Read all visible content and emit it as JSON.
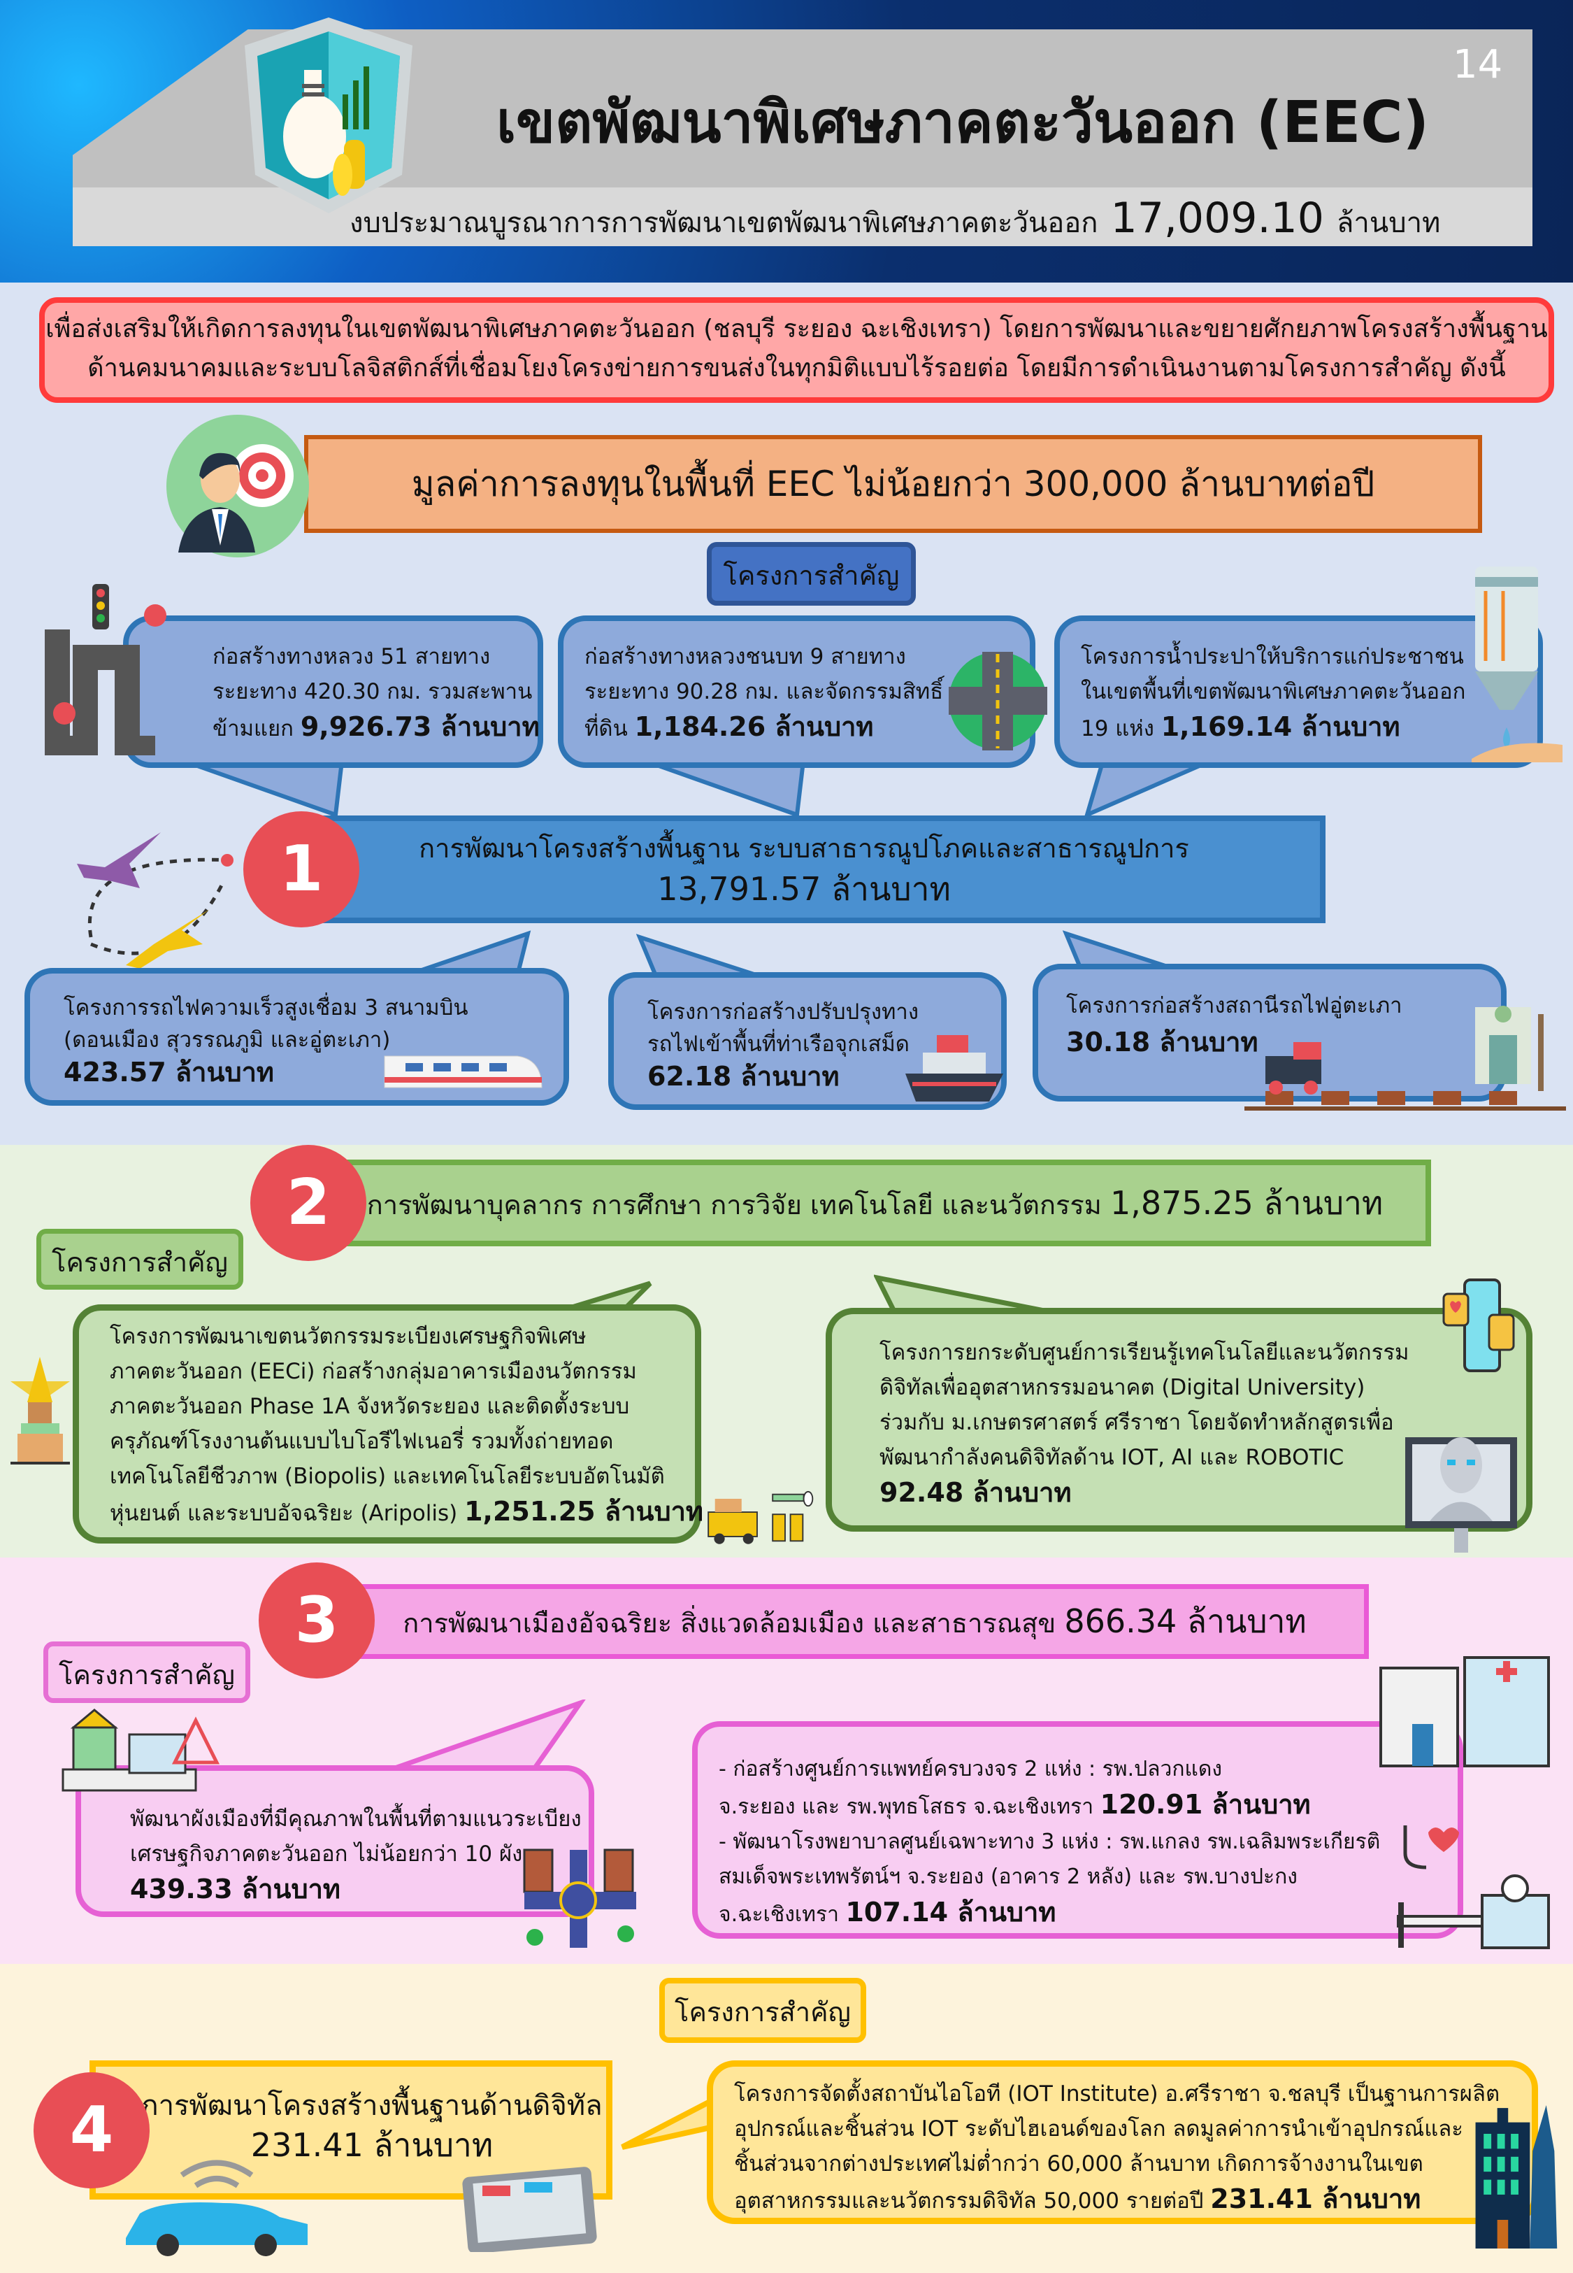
{
  "header": {
    "page_number": "14",
    "title": "เขตพัฒนาพิเศษภาคตะวันออก (EEC)",
    "budget_label": "งบประมาณบูรณาการการพัฒนาเขตพัฒนาพิเศษภาคตะวันออก",
    "budget_amount": "17,009.10",
    "budget_unit": "ล้านบาท"
  },
  "intro": {
    "lines": [
      "เพื่อส่งเสริมให้เกิดการลงทุนในเขตพัฒนาพิเศษภาคตะวันออก (ชลบุรี ระยอง ฉะเชิงเทรา) โดยการพัฒนาและขยายศักยภาพโครงสร้างพื้นฐาน",
      "ด้านคมนาคมและระบบโลจิสติกส์ที่เชื่อมโยงโครงข่ายการขนส่งในทุกมิติแบบไร้รอยต่อ โดยมีการดำเนินงานตามโครงการสำคัญ ดังนี้"
    ]
  },
  "target": "มูลค่าการลงทุนในพื้นที่ EEC ไม่น้อยกว่า 300,000 ล้านบาทต่อปี",
  "key_projects_label": "โครงการสำคัญ",
  "colors": {
    "red": "#e84e55",
    "blue": "#4472c4",
    "green": "#a9d18e",
    "pink": "#f5a6e6",
    "yellow": "#ffe699"
  },
  "sections": [
    {
      "number": "1",
      "title": "การพัฒนาโครงสร้างพื้นฐาน ระบบสาธารณูปโภคและสาธารณูปการ",
      "amount": "13,791.57 ล้านบาท",
      "projects": [
        {
          "items": [
            {
              "lines": [
                "ก่อสร้างทางหลวง 51 สายทาง",
                "ระยะทาง 420.30 กม. รวมสะพาน"
              ],
              "tail": "ข้ามแยก",
              "amount": "9,926.73 ล้านบาท"
            }
          ]
        },
        {
          "items": [
            {
              "lines": [
                "ก่อสร้างทางหลวงชนบท 9 สายทาง",
                "ระยะทาง 90.28 กม. และจัดกรรมสิทธิ์"
              ],
              "tail": "ที่ดิน",
              "amount": "1,184.26 ล้านบาท"
            }
          ]
        },
        {
          "items": [
            {
              "lines": [
                "โครงการน้ำประปาให้บริการแก่ประชาชน",
                "ในเขตพื้นที่เขตพัฒนาพิเศษภาคตะวันออก"
              ],
              "tail": "19 แห่ง",
              "amount": "1,169.14 ล้านบาท"
            }
          ]
        },
        {
          "items": [
            {
              "lines": [
                "โครงการรถไฟความเร็วสูงเชื่อม 3 สนามบิน",
                "(ดอนเมือง สุวรรณภูมิ และอู่ตะเภา)"
              ],
              "amount": "423.57 ล้านบาท"
            }
          ]
        },
        {
          "items": [
            {
              "lines": [
                "โครงการก่อสร้างปรับปรุงทาง",
                "รถไฟเข้าพื้นที่ท่าเรือจุกเสม็ด"
              ],
              "amount": "62.18 ล้านบาท"
            }
          ]
        },
        {
          "items": [
            {
              "lines": [
                "โครงการก่อสร้างสถานีรถไฟอู่ตะเภา"
              ],
              "amount": "30.18 ล้านบาท"
            }
          ]
        }
      ]
    },
    {
      "number": "2",
      "title": "การพัฒนาบุคลากร การศึกษา การวิจัย เทคโนโลยี และนวัตกรรม",
      "amount": "1,875.25 ล้านบาท",
      "projects": [
        {
          "items": [
            {
              "lines": [
                "โครงการพัฒนาเขตนวัตกรรมระเบียงเศรษฐกิจพิเศษ",
                "ภาคตะวันออก (EECi)  ก่อสร้างกลุ่มอาคารเมืองนวัตกรรม",
                "ภาคตะวันออก Phase 1A  จังหวัดระยอง และติดตั้งระบบ",
                "ครุภัณฑ์โรงงานต้นแบบไบโอรีไฟเนอรี่ รวมทั้งถ่ายทอด",
                "เทคโนโลยีชีวภาพ (Biopolis) และเทคโนโลยีระบบอัตโนมัติ"
              ],
              "tail": "หุ่นยนต์ และระบบอัจฉริยะ (Aripolis)",
              "amount": "1,251.25 ล้านบาท"
            }
          ]
        },
        {
          "items": [
            {
              "lines": [
                "โครงการยกระดับศูนย์การเรียนรู้เทคโนโลยีและนวัตกรรม",
                "ดิจิทัลเพื่ออุตสาหกรรมอนาคต (Digital University)",
                "ร่วมกับ ม.เกษตรศาสตร์ ศรีราชา โดยจัดทำหลักสูตรเพื่อ",
                "พัฒนากำลังคนดิจิทัลด้าน IOT, AI และ ROBOTIC"
              ],
              "amount": "92.48 ล้านบาท"
            }
          ]
        }
      ]
    },
    {
      "number": "3",
      "title": "การพัฒนาเมืองอัจฉริยะ สิ่งแวดล้อมเมือง และสาธารณสุข",
      "amount": "866.34 ล้านบาท",
      "projects": [
        {
          "items": [
            {
              "lines": [
                "พัฒนาผังเมืองที่มีคุณภาพในพื้นที่ตามแนวระเบียง",
                "เศรษฐกิจภาคตะวันออก ไม่น้อยกว่า 10 ผัง"
              ],
              "amount": "439.33 ล้านบาท"
            }
          ]
        },
        {
          "items": [
            {
              "lines": [
                "- ก่อสร้างศูนย์การแพทย์ครบวงจร 2 แห่ง : รพ.ปลวกแดง"
              ],
              "tail": "จ.ระยอง และ รพ.พุทธโสธร จ.ฉะเชิงเทรา",
              "amount": "120.91 ล้านบาท"
            },
            {
              "lines": [
                "- พัฒนาโรงพยาบาลศูนย์เฉพาะทาง 3 แห่ง : รพ.แกลง รพ.เฉลิมพระเกียรติ",
                "สมเด็จพระเทพรัตน์ฯ จ.ระยอง (อาคาร 2 หลัง) และ รพ.บางปะกง"
              ],
              "tail": "จ.ฉะเชิงเทรา",
              "amount": "107.14 ล้านบาท"
            }
          ]
        }
      ]
    },
    {
      "number": "4",
      "title": "การพัฒนาโครงสร้างพื้นฐานด้านดิจิทัล",
      "amount": "231.41 ล้านบาท",
      "projects": [
        {
          "items": [
            {
              "lines": [
                "โครงการจัดตั้งสถาบันไอโอที (IOT Institute) อ.ศรีราชา จ.ชลบุรี เป็นฐานการผลิต",
                "อุปกรณ์และชิ้นส่วน IOT ระดับไฮเอนด์ของโลก ลดมูลค่าการนำเข้าอุปกรณ์และ",
                "ชิ้นส่วนจากต่างประเทศไม่ต่ำกว่า 60,000 ล้านบาท เกิดการจ้างงานในเขต"
              ],
              "tail": "อุตสาหกรรมและนวัตกรรมดิจิทัล 50,000 รายต่อปี",
              "amount": "231.41 ล้านบาท"
            }
          ]
        }
      ]
    }
  ]
}
